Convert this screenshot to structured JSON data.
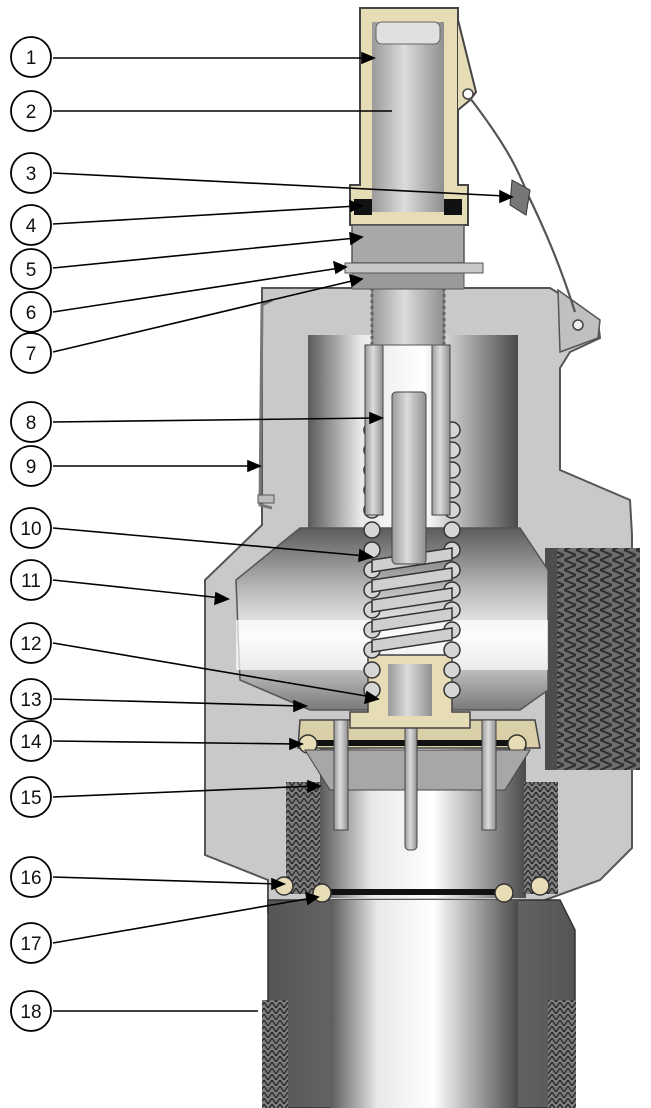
{
  "diagram": {
    "callouts": [
      {
        "label": "1"
      },
      {
        "label": "2"
      },
      {
        "label": "3"
      },
      {
        "label": "4"
      },
      {
        "label": "5"
      },
      {
        "label": "6"
      },
      {
        "label": "7"
      },
      {
        "label": "8"
      },
      {
        "label": "9"
      },
      {
        "label": "10"
      },
      {
        "label": "11"
      },
      {
        "label": "12"
      },
      {
        "label": "13"
      },
      {
        "label": "14"
      },
      {
        "label": "15"
      },
      {
        "label": "16"
      },
      {
        "label": "17"
      },
      {
        "label": "18"
      }
    ]
  },
  "colors": {
    "body": "#c9c9c9",
    "body_dark": "#a9a9a9",
    "brass": "#e6dcb6",
    "steel": "#bdbdbd",
    "dark_steel": "#6f6f6f",
    "seal": "#111111",
    "line": "#000000"
  }
}
